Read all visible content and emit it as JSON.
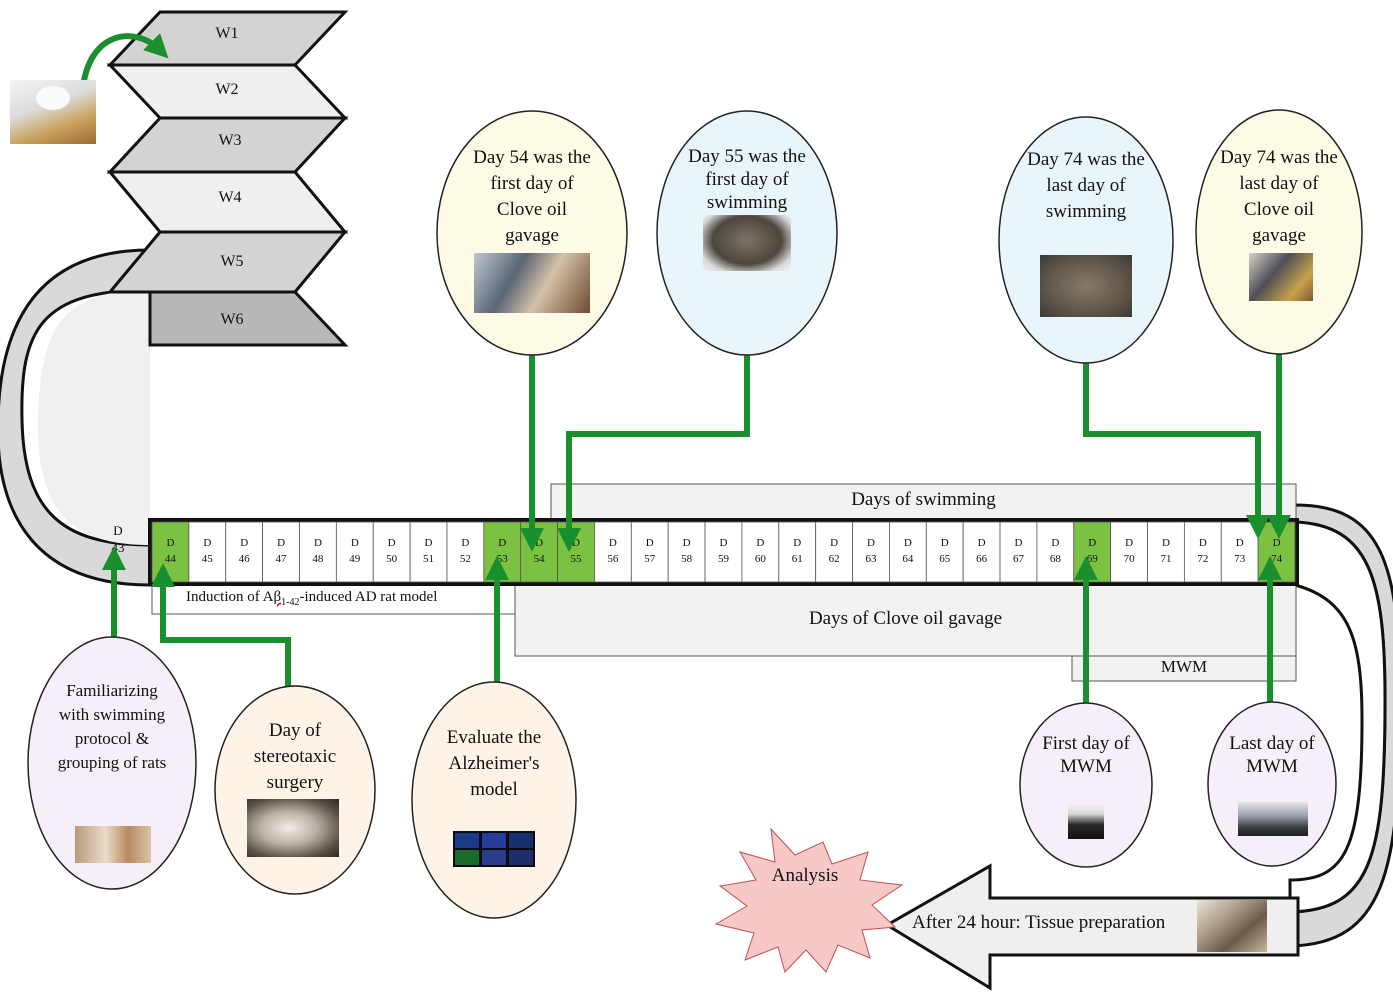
{
  "weeks": [
    "W1",
    "W2",
    "W3",
    "W4",
    "W5",
    "W6"
  ],
  "days": [
    {
      "d": "D",
      "n": "43",
      "green": false
    },
    {
      "d": "D",
      "n": "44",
      "green": true
    },
    {
      "d": "D",
      "n": "45",
      "green": false
    },
    {
      "d": "D",
      "n": "46",
      "green": false
    },
    {
      "d": "D",
      "n": "47",
      "green": false
    },
    {
      "d": "D",
      "n": "48",
      "green": false
    },
    {
      "d": "D",
      "n": "49",
      "green": false
    },
    {
      "d": "D",
      "n": "50",
      "green": false
    },
    {
      "d": "D",
      "n": "51",
      "green": false
    },
    {
      "d": "D",
      "n": "52",
      "green": false
    },
    {
      "d": "D",
      "n": "53",
      "green": true
    },
    {
      "d": "D",
      "n": "54",
      "green": true
    },
    {
      "d": "D",
      "n": "55",
      "green": true
    },
    {
      "d": "D",
      "n": "56",
      "green": false
    },
    {
      "d": "D",
      "n": "57",
      "green": false
    },
    {
      "d": "D",
      "n": "58",
      "green": false
    },
    {
      "d": "D",
      "n": "59",
      "green": false
    },
    {
      "d": "D",
      "n": "60",
      "green": false
    },
    {
      "d": "D",
      "n": "61",
      "green": false
    },
    {
      "d": "D",
      "n": "62",
      "green": false
    },
    {
      "d": "D",
      "n": "63",
      "green": false
    },
    {
      "d": "D",
      "n": "64",
      "green": false
    },
    {
      "d": "D",
      "n": "65",
      "green": false
    },
    {
      "d": "D",
      "n": "66",
      "green": false
    },
    {
      "d": "D",
      "n": "67",
      "green": false
    },
    {
      "d": "D",
      "n": "68",
      "green": false
    },
    {
      "d": "D",
      "n": "69",
      "green": true
    },
    {
      "d": "D",
      "n": "70",
      "green": false
    },
    {
      "d": "D",
      "n": "71",
      "green": false
    },
    {
      "d": "D",
      "n": "72",
      "green": false
    },
    {
      "d": "D",
      "n": "73",
      "green": false
    },
    {
      "d": "D",
      "n": "74",
      "green": true
    }
  ],
  "bands": {
    "swimming": "Days of swimming",
    "induction_pre": "Induction of A",
    "induction_beta": "β",
    "induction_sub": "1-42",
    "induction_post": "-induced AD rat model",
    "clove": "Days of Clove oil  gavage",
    "mwm": "MWM"
  },
  "ellipses": {
    "d54_clove": "Day 54 was the first day of Clove oil gavage",
    "d55_swim": "Day 55 was the first day of swimming",
    "d74_swim": "Day 74 was the last day of swimming",
    "d74_clove": "Day 74 was the last day of Clove oil gavage",
    "familiarizing": "Familiarizing with swimming protocol & grouping of rats",
    "stereotaxic": "Day of stereotaxic surgery",
    "evaluate": "Evaluate the Alzheimer's model",
    "first_mwm": "First day of MWM",
    "last_mwm": "Last day of MWM"
  },
  "analysis": "Analysis",
  "tissue": "After 24 hour: Tissue preparation",
  "colors": {
    "arrow_green": "#1a8f2e",
    "day_green": "#7cc242",
    "ribbon_gray": "#d9d9d9",
    "ellipse_yellow": "#fdfbe6",
    "ellipse_blue": "#e8f6fc",
    "ellipse_pink": "#f6eef8",
    "ellipse_peach": "#fdf3e6",
    "burst_pink": "#f7c8c8"
  },
  "icons": [
    "rat-photo-icon",
    "gavage-photo-icon",
    "swimming-photo-icon",
    "surgery-photo-icon",
    "microscopy-photo-icon",
    "maze-photo-icon",
    "tissue-photo-icon"
  ]
}
